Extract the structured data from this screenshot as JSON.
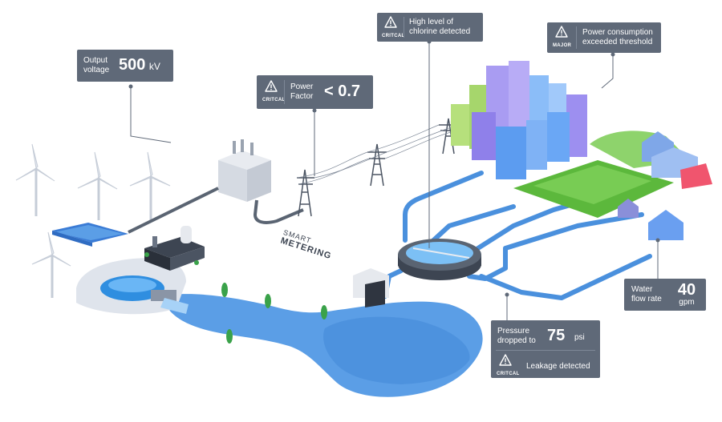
{
  "callouts": {
    "output_voltage": {
      "label_line1": "Output",
      "label_line2": "voltage",
      "value": "500",
      "unit": "kV"
    },
    "power_factor": {
      "badge": "CRITCAL",
      "label_line1": "Power",
      "label_line2": "Factor",
      "value": "< 0.7"
    },
    "chlorine": {
      "badge": "CRITCAL",
      "label_line1": "High level of",
      "label_line2": "chlorine detected"
    },
    "power_consumption": {
      "badge": "MAJOR",
      "label_line1": "Power consumption",
      "label_line2": "exceeded threshold"
    },
    "water_flow": {
      "label_line1": "Water",
      "label_line2": "flow rate",
      "value": "40",
      "unit": "gpm"
    },
    "pressure": {
      "label_line1": "Pressure",
      "label_line2": "dropped to",
      "value": "75",
      "unit": "psi",
      "badge": "CRITCAL",
      "alert": "Leakage detected"
    }
  },
  "smart_metering": {
    "line1": "SMART",
    "line2": "METERING"
  },
  "icons": {
    "alert": "warning-triangle-icon"
  },
  "colors": {
    "callout_bg": "#5f6978",
    "water": "#5b9ee6",
    "pipe": "#4a90dd",
    "grass": "#6cc44a",
    "building_blue": "#6aa7f5",
    "building_purple": "#9d8ff0"
  }
}
